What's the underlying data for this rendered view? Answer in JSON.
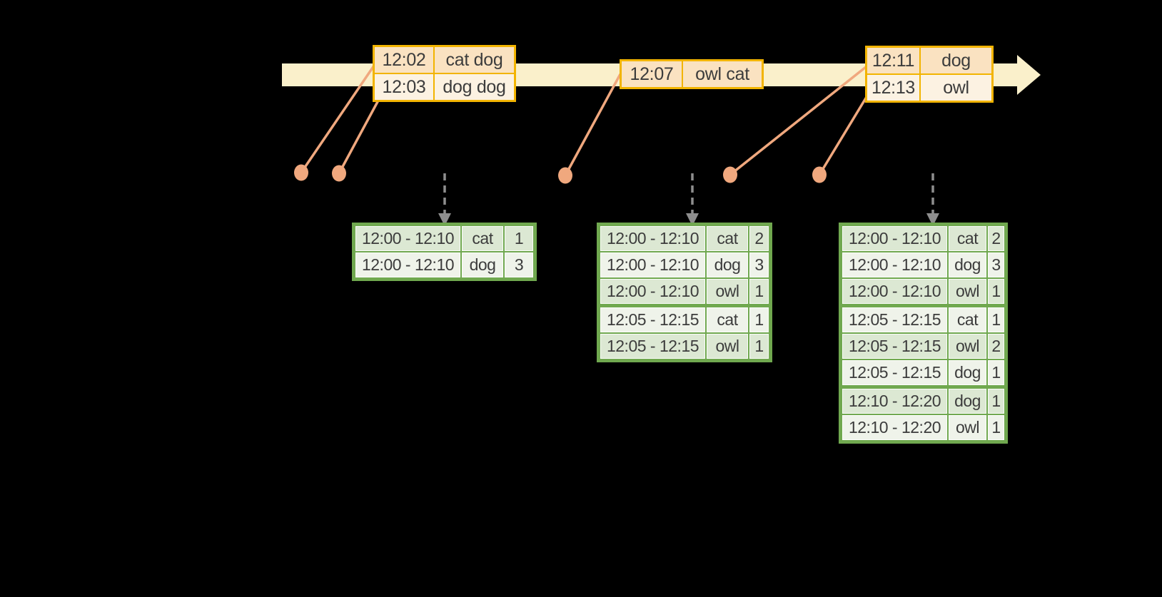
{
  "diagram": {
    "description": "windowed-grouped-aggregation-streaming-diagram",
    "colors": {
      "bg": "#000000",
      "band": "#FAF0CB",
      "gold": "#F2B400",
      "peach-dark": "#FAE2C1",
      "peach-light": "#FCF2E2",
      "green": "#70A84F",
      "green-dark": "#DCE8D3",
      "green-light": "#EFF3EA",
      "salmon": "#F0A87E",
      "gray": "#8E8E8E",
      "ink": "#3C3C3C"
    },
    "timeline": {
      "event_tables": [
        {
          "rows": [
            {
              "time": "12:02",
              "words": "cat dog"
            },
            {
              "time": "12:03",
              "words": "dog dog"
            }
          ]
        },
        {
          "rows": [
            {
              "time": "12:07",
              "words": "owl cat"
            }
          ]
        },
        {
          "rows": [
            {
              "time": "12:11",
              "words": "dog"
            },
            {
              "time": "12:13",
              "words": "owl"
            }
          ]
        }
      ]
    },
    "result_tables": [
      {
        "rows": [
          {
            "window": "12:00 - 12:10",
            "word": "cat",
            "count": "1"
          },
          {
            "window": "12:00 - 12:10",
            "word": "dog",
            "count": "3"
          }
        ]
      },
      {
        "rows": [
          {
            "window": "12:00 - 12:10",
            "word": "cat",
            "count": "2"
          },
          {
            "window": "12:00 - 12:10",
            "word": "dog",
            "count": "3"
          },
          {
            "window": "12:00 - 12:10",
            "word": "owl",
            "count": "1"
          },
          {
            "window": "12:05 - 12:15",
            "word": "cat",
            "count": "1"
          },
          {
            "window": "12:05 - 12:15",
            "word": "owl",
            "count": "1"
          }
        ]
      },
      {
        "rows": [
          {
            "window": "12:00 - 12:10",
            "word": "cat",
            "count": "2"
          },
          {
            "window": "12:00 - 12:10",
            "word": "dog",
            "count": "3"
          },
          {
            "window": "12:00 - 12:10",
            "word": "owl",
            "count": "1"
          },
          {
            "window": "12:05 - 12:15",
            "word": "cat",
            "count": "1"
          },
          {
            "window": "12:05 - 12:15",
            "word": "owl",
            "count": "2"
          },
          {
            "window": "12:05 - 12:15",
            "word": "dog",
            "count": "1"
          },
          {
            "window": "12:10 - 12:20",
            "word": "dog",
            "count": "1"
          },
          {
            "window": "12:10 - 12:20",
            "word": "owl",
            "count": "1"
          }
        ]
      }
    ]
  }
}
